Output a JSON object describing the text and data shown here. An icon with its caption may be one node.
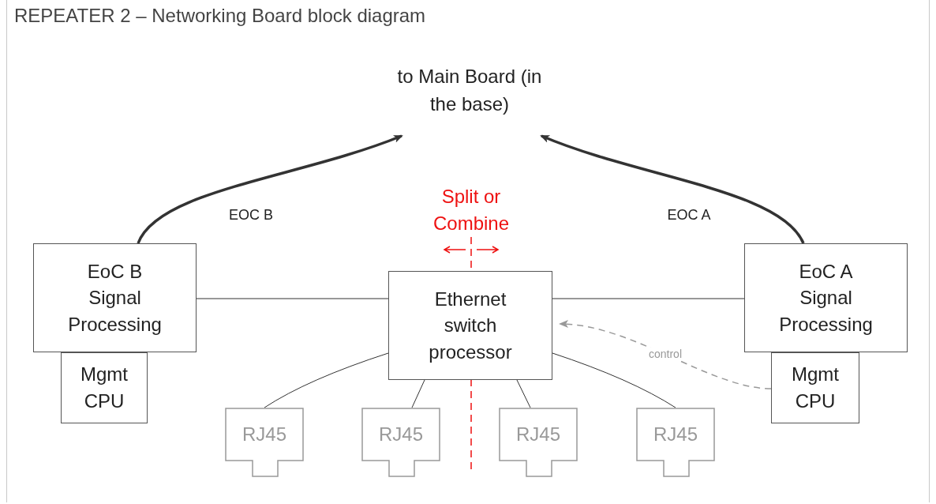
{
  "diagram": {
    "title": "REPEATER 2 – Networking Board block diagram",
    "nodes": [
      {
        "text": [
          "to Main Board (in the base)"
        ]
      },
      {
        "text": [
          "EoC B Signal Processing"
        ]
      },
      {
        "text": [
          "Mgmt CPU"
        ]
      },
      {
        "text": [
          "Ethernet switch processor"
        ]
      },
      {
        "text": [
          "EoC A Signal Processing"
        ]
      },
      {
        "text": [
          "Mgmt CPU"
        ]
      },
      {
        "text": [
          "RJ45"
        ]
      },
      {
        "text": [
          "RJ45"
        ]
      },
      {
        "text": [
          "RJ45"
        ]
      },
      {
        "text": [
          "RJ45"
        ]
      }
    ],
    "edges": [
      {
        "from": 1,
        "to": 0,
        "arrow": "to",
        "label": "EOC B",
        "style": "thick"
      },
      {
        "from": 4,
        "to": 0,
        "arrow": "to",
        "label": "EOC A",
        "style": "thick"
      },
      {
        "from": 1,
        "to": 3,
        "arrow": "none"
      },
      {
        "from": 3,
        "to": 4,
        "arrow": "none"
      },
      {
        "from": 5,
        "to": 3,
        "arrow": "to",
        "label": "control",
        "style": "dashed",
        "color": "#999999"
      },
      {
        "from": 3,
        "to": 6,
        "arrow": "none"
      },
      {
        "from": 3,
        "to": 7,
        "arrow": "none"
      },
      {
        "from": 3,
        "to": 8,
        "arrow": "none"
      },
      {
        "from": 3,
        "to": 9,
        "arrow": "none"
      }
    ],
    "labels": [
      "Split or Combine"
    ]
  }
}
